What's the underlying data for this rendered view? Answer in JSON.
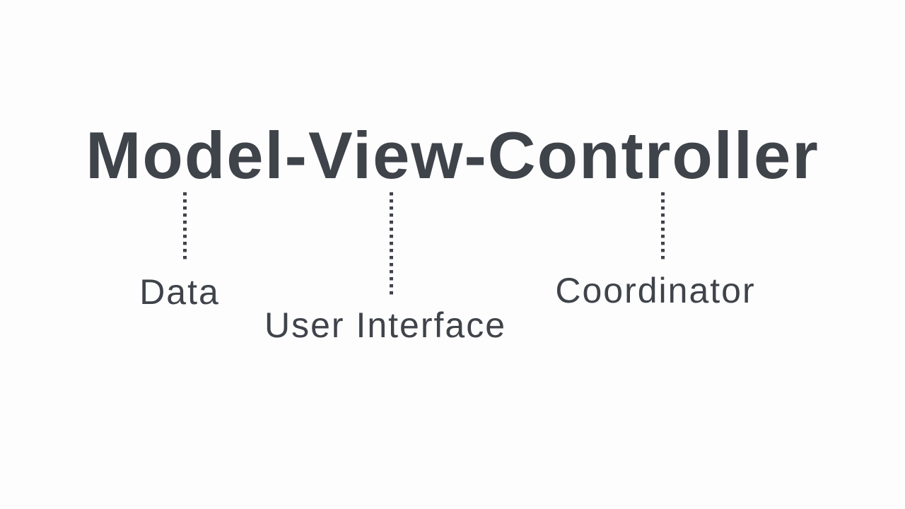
{
  "colors": {
    "ink": "#3f434a",
    "background": "#fdfdfd"
  },
  "title": {
    "text": "Model-View-Controller"
  },
  "annotations": [
    {
      "term": "Model",
      "label": "Data"
    },
    {
      "term": "View",
      "label": "User Interface"
    },
    {
      "term": "Controller",
      "label": "Coordinator"
    }
  ]
}
